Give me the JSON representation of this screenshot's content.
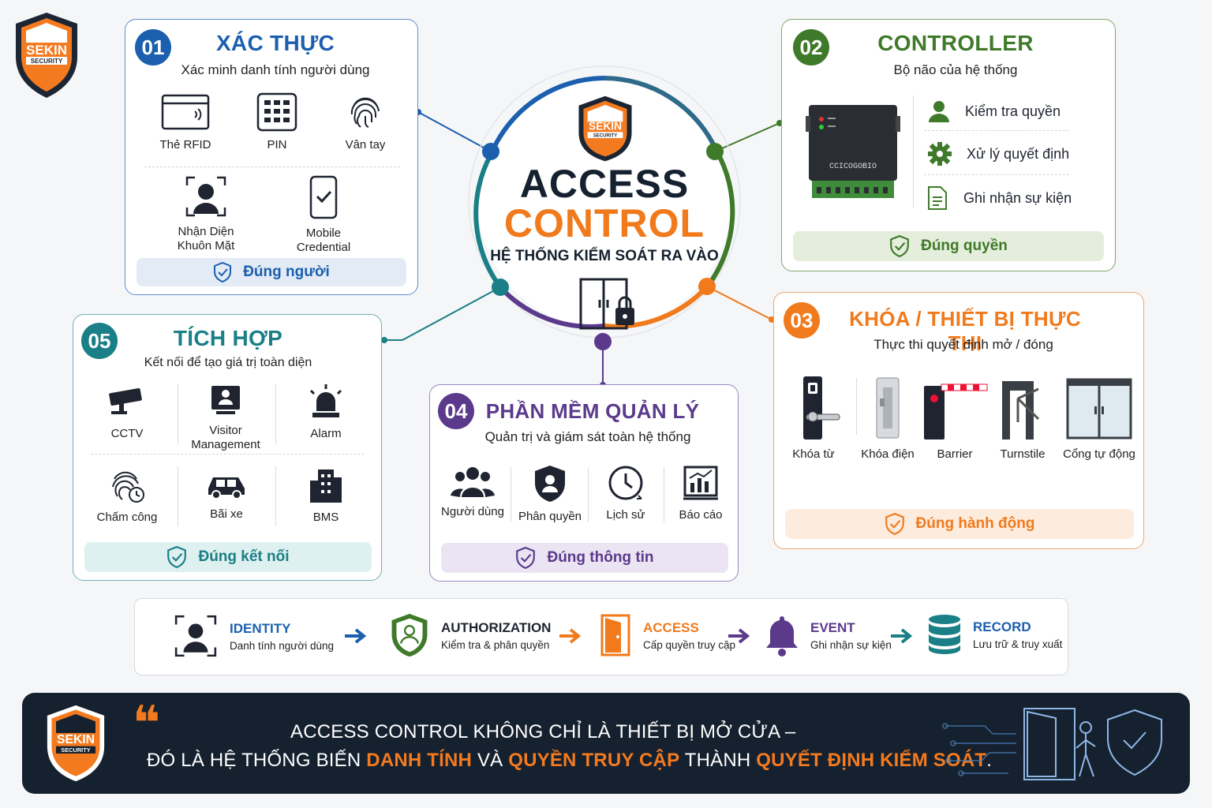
{
  "brand": {
    "name": "SEKIN",
    "tag": "SECURITY"
  },
  "center": {
    "title_line1": "ACCESS",
    "title_line2": "CONTROL",
    "subtitle": "HỆ THỐNG KIỂM SOÁT RA VÀO"
  },
  "cards": {
    "c01": {
      "num": "01",
      "title": "XÁC THỰC",
      "subtitle": "Xác minh danh tính người dùng",
      "items": [
        "Thẻ RFID",
        "PIN",
        "Vân tay",
        "Nhận Diện Khuôn Mặt",
        "Mobile Credential"
      ],
      "face_l1": "Nhận Diện",
      "face_l2": "Khuôn Mặt",
      "mobile_l1": "Mobile",
      "mobile_l2": "Credential",
      "pill": "Đúng người",
      "color": "#1b5fae"
    },
    "c02": {
      "num": "02",
      "title": "CONTROLLER",
      "subtitle": "Bộ não của hệ thống",
      "device_label": "CCICOGOBIO",
      "items": [
        "Kiểm tra quyền",
        "Xử lý quyết định",
        "Ghi nhận sự kiện"
      ],
      "pill": "Đúng quyền",
      "color": "#3f7a2a"
    },
    "c03": {
      "num": "03",
      "title": "KHÓA / THIẾT BỊ THỰC THI",
      "subtitle": "Thực thi quyết định mở / đóng",
      "items": [
        "Khóa từ",
        "Khóa điện",
        "Barrier",
        "Turnstile",
        "Cổng tự động"
      ],
      "pill": "Đúng hành động",
      "color": "#f07a1c"
    },
    "c04": {
      "num": "04",
      "title": "PHẦN MỀM QUẢN LÝ",
      "subtitle": "Quản trị và giám sát toàn hệ thống",
      "items": [
        "Người dùng",
        "Phân quyền",
        "Lịch sử",
        "Báo cáo"
      ],
      "pill": "Đúng thông tin",
      "color": "#5b3a8c"
    },
    "c05": {
      "num": "05",
      "title": "TÍCH HỢP",
      "subtitle": "Kết nối để tạo giá trị toàn diện",
      "items": [
        "CCTV",
        "Visitor Management",
        "Alarm",
        "Chấm công",
        "Bãi xe",
        "BMS"
      ],
      "visitor_l1": "Visitor",
      "visitor_l2": "Management",
      "pill": "Đúng kết nối",
      "color": "#1a7f86"
    }
  },
  "flow": [
    {
      "title": "IDENTITY",
      "sub": "Danh tính người dùng",
      "color": "#1b5fae",
      "icon": "face-scan-icon"
    },
    {
      "title": "AUTHORIZATION",
      "sub": "Kiểm tra & phân quyền",
      "color": "#1f2430",
      "icon": "shield-user-icon"
    },
    {
      "title": "ACCESS",
      "sub": "Cấp quyền truy cập",
      "color": "#f07a1c",
      "icon": "door-icon"
    },
    {
      "title": "EVENT",
      "sub": "Ghi nhận sự kiện",
      "color": "#1f2430",
      "icon": "bell-icon"
    },
    {
      "title": "RECORD",
      "sub": "Lưu trữ & truy xuất",
      "color": "#1b5fae",
      "icon": "database-icon"
    }
  ],
  "footer": {
    "quote_mark": "❝",
    "line1": "ACCESS CONTROL KHÔNG CHỈ LÀ THIẾT BỊ MỞ CỬA –",
    "line2_a": "ĐÓ LÀ HỆ THỐNG BIẾN ",
    "line2_hl1": "DANH TÍNH",
    "line2_b": " VÀ ",
    "line2_hl2": "QUYỀN TRUY CẬP",
    "line2_c": " THÀNH ",
    "line2_hl3": "QUYẾT ĐỊNH KIỂM SOÁT",
    "line2_d": "."
  }
}
